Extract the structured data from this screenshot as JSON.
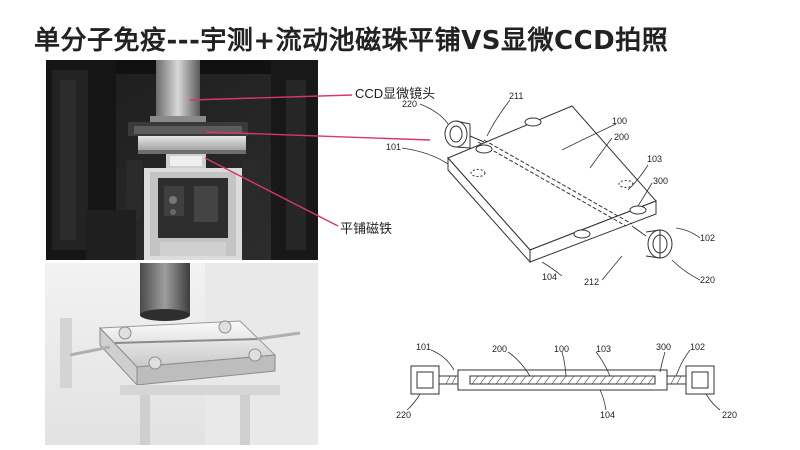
{
  "page": {
    "title": "单分子免疫---宇测+流动池磁珠平铺VS显微CCD拍照"
  },
  "callouts": {
    "ccd_lens": "CCD显微镜头",
    "tiled_magnet": "平铺磁铁"
  },
  "drawing_iso": {
    "labels": {
      "l220_top": "220",
      "l211": "211",
      "l100": "100",
      "l200": "200",
      "l101": "101",
      "l103": "103",
      "l300": "300",
      "l102": "102",
      "l104": "104",
      "l212": "212",
      "l220_bottom": "220"
    }
  },
  "drawing_side": {
    "labels": {
      "l101": "101",
      "l200": "200",
      "l100": "100",
      "l103": "103",
      "l300": "300",
      "l102": "102",
      "l220_left": "220",
      "l104": "104",
      "l220_right": "220"
    }
  },
  "colors": {
    "accent_line": "#d5366e",
    "drawing_line": "#333333"
  }
}
